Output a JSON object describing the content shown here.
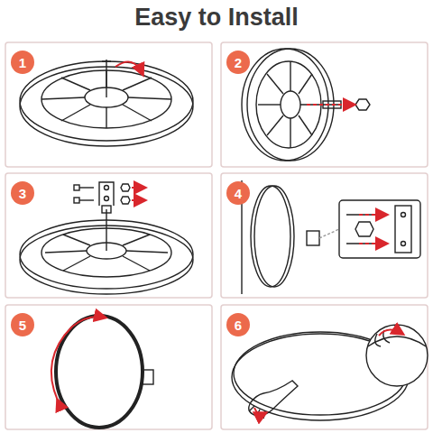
{
  "diagram": {
    "title": "Easy to Install",
    "nodes": [
      {
        "text": [
          "1"
        ]
      },
      {
        "text": [
          "2"
        ]
      },
      {
        "text": [
          "3"
        ]
      },
      {
        "text": [
          "4"
        ]
      },
      {
        "text": [
          "5"
        ]
      },
      {
        "text": [
          "6"
        ]
      }
    ]
  }
}
